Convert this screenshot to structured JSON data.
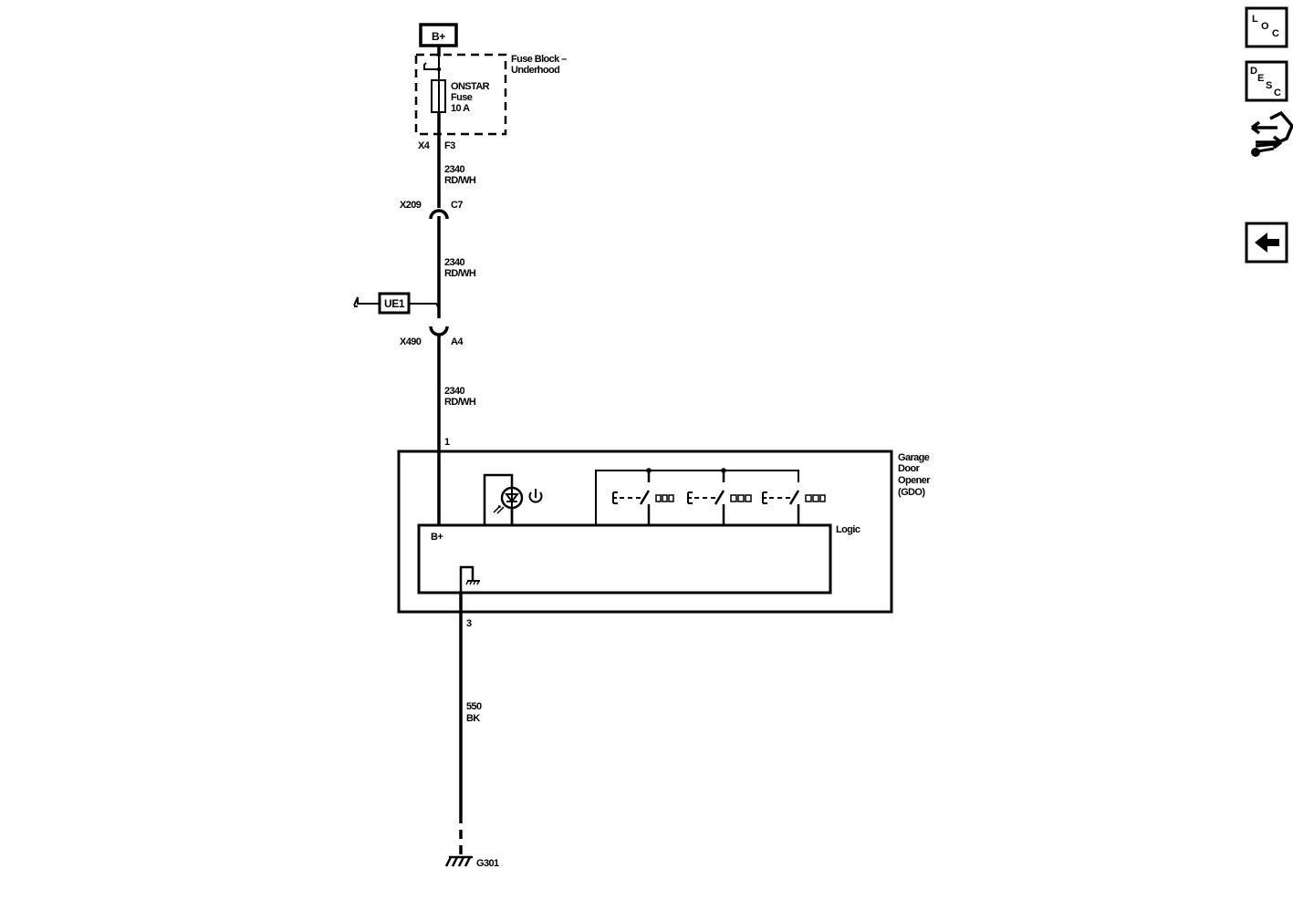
{
  "power_source": "B+",
  "fuse_block": {
    "name_line1": "Fuse Block –",
    "name_line2": "Underhood",
    "fuse_line1": "ONSTAR",
    "fuse_line2": "Fuse",
    "fuse_line3": "10 A",
    "connector": "X4",
    "pin": "F3"
  },
  "wires": [
    {
      "circuit": "2340",
      "color": "RD/WH"
    },
    {
      "circuit": "2340",
      "color": "RD/WH"
    },
    {
      "circuit": "2340",
      "color": "RD/WH"
    },
    {
      "circuit": "550",
      "color": "BK"
    }
  ],
  "connectors": {
    "x209": {
      "name": "X209",
      "pin": "C7"
    },
    "x490": {
      "name": "X490",
      "pin": "A4"
    }
  },
  "splice": "UE1",
  "module": {
    "name_line1": "Garage",
    "name_line2": "Door",
    "name_line3": "Opener",
    "name_line4": "(GDO)",
    "pin_in": "1",
    "pin_out": "3",
    "logic_label": "Logic",
    "bplus_label": "B+"
  },
  "ground": "G301",
  "nav": {
    "loc": {
      "l1": "L",
      "l2": "O",
      "l3": "C"
    },
    "desc": {
      "l1": "D",
      "l2": "E",
      "l3": "S",
      "l4": "C"
    },
    "icons": [
      "loc-icon",
      "desc-icon",
      "connector-end-view-icon",
      "back-arrow-icon"
    ]
  }
}
